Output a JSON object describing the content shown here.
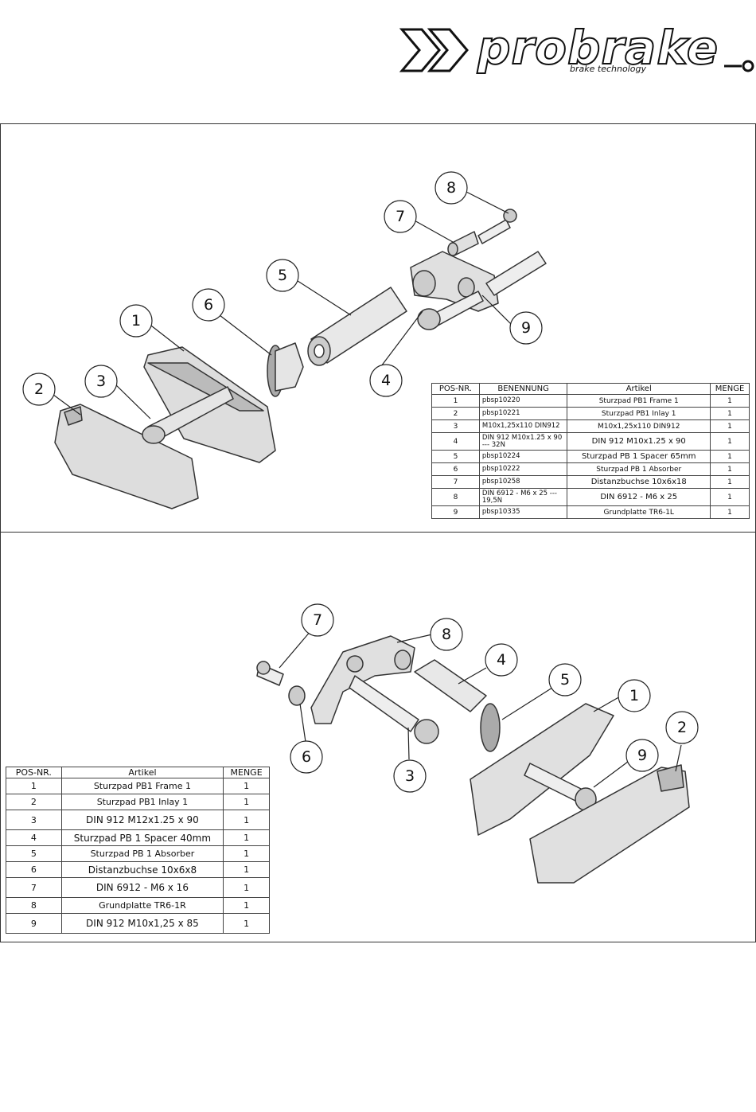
{
  "brand": {
    "name": "probrake",
    "tagline": "brake technology"
  },
  "top": {
    "callouts": [
      "1",
      "2",
      "3",
      "4",
      "5",
      "6",
      "7",
      "8",
      "9"
    ],
    "table": {
      "headers": [
        "POS-NR.",
        "BENENNUNG",
        "Artikel",
        "MENGE"
      ],
      "rows": [
        [
          "1",
          "pbsp10220",
          "Sturzpad PB1 Frame 1",
          "1"
        ],
        [
          "2",
          "pbsp10221",
          "Sturzpad PB1 Inlay 1",
          "1"
        ],
        [
          "3",
          "M10x1,25x110 DIN912",
          "M10x1,25x110 DIN912",
          "1"
        ],
        [
          "4",
          "DIN 912 M10x1.25 x 90 --- 32N",
          "DIN 912 M10x1.25 x 90",
          "1"
        ],
        [
          "5",
          "pbsp10224",
          "Sturzpad PB 1 Spacer 65mm",
          "1"
        ],
        [
          "6",
          "pbsp10222",
          "Sturzpad PB 1 Absorber",
          "1"
        ],
        [
          "7",
          "pbsp10258",
          "Distanzbuchse 10x6x18",
          "1"
        ],
        [
          "8",
          "DIN 6912 - M6 x 25 --- 19,5N",
          "DIN 6912 - M6 x 25",
          "1"
        ],
        [
          "9",
          "pbsp10335",
          "Grundplatte TR6-1L",
          "1"
        ]
      ]
    }
  },
  "bottom": {
    "callouts": [
      "1",
      "2",
      "3",
      "4",
      "5",
      "6",
      "7",
      "8",
      "9"
    ],
    "table": {
      "headers": [
        "POS-NR.",
        "Artikel",
        "MENGE"
      ],
      "rows": [
        [
          "1",
          "Sturzpad PB1 Frame 1",
          "1"
        ],
        [
          "2",
          "Sturzpad PB1 Inlay 1",
          "1"
        ],
        [
          "3",
          "DIN 912 M12x1.25 x 90",
          "1"
        ],
        [
          "4",
          "Sturzpad PB 1 Spacer 40mm",
          "1"
        ],
        [
          "5",
          "Sturzpad PB 1 Absorber",
          "1"
        ],
        [
          "6",
          "Distanzbuchse 10x6x8",
          "1"
        ],
        [
          "7",
          "DIN 6912 - M6 x 16",
          "1"
        ],
        [
          "8",
          "Grundplatte TR6-1R",
          "1"
        ],
        [
          "9",
          "DIN 912 M10x1,25 x 85",
          "1"
        ]
      ]
    }
  }
}
